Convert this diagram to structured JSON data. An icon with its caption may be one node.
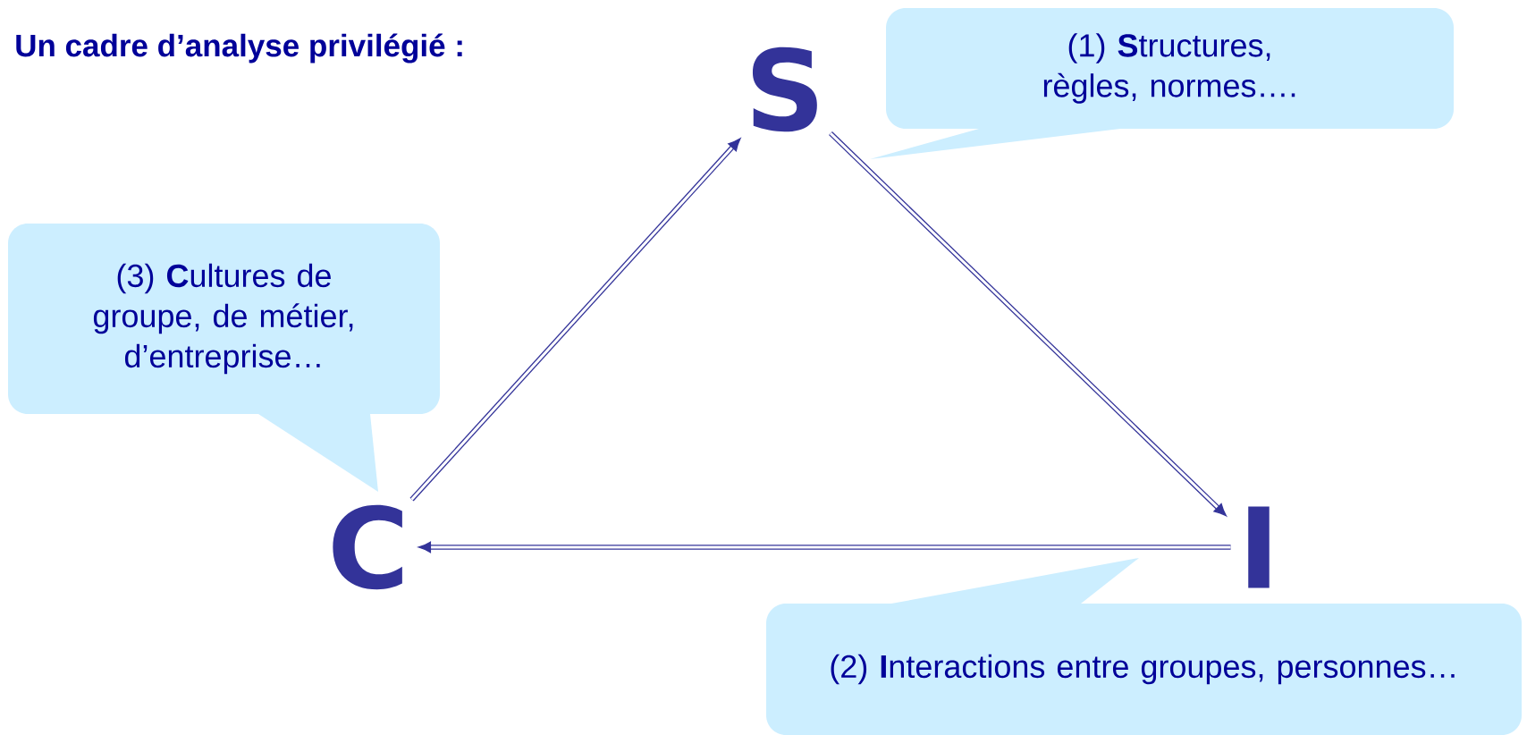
{
  "diagram": {
    "title": "Un cadre d’analyse privilégié :",
    "nodes": [
      {
        "text": [
          "S"
        ]
      },
      {
        "text": [
          "I"
        ]
      },
      {
        "text": [
          "C"
        ]
      },
      {
        "text": [
          "(1) **S**tructures, règles, normes…."
        ]
      },
      {
        "text": [
          "(2) **I**nteractions entre groupes, personnes…"
        ]
      },
      {
        "text": [
          "(3) **C**ultures de groupe, de métier, d’entreprise…"
        ]
      }
    ],
    "edges": [
      {
        "from": 2,
        "to": 0,
        "arrow": "to"
      },
      {
        "from": 0,
        "to": 1,
        "arrow": "to"
      },
      {
        "from": 1,
        "to": 2,
        "arrow": "to"
      }
    ]
  }
}
